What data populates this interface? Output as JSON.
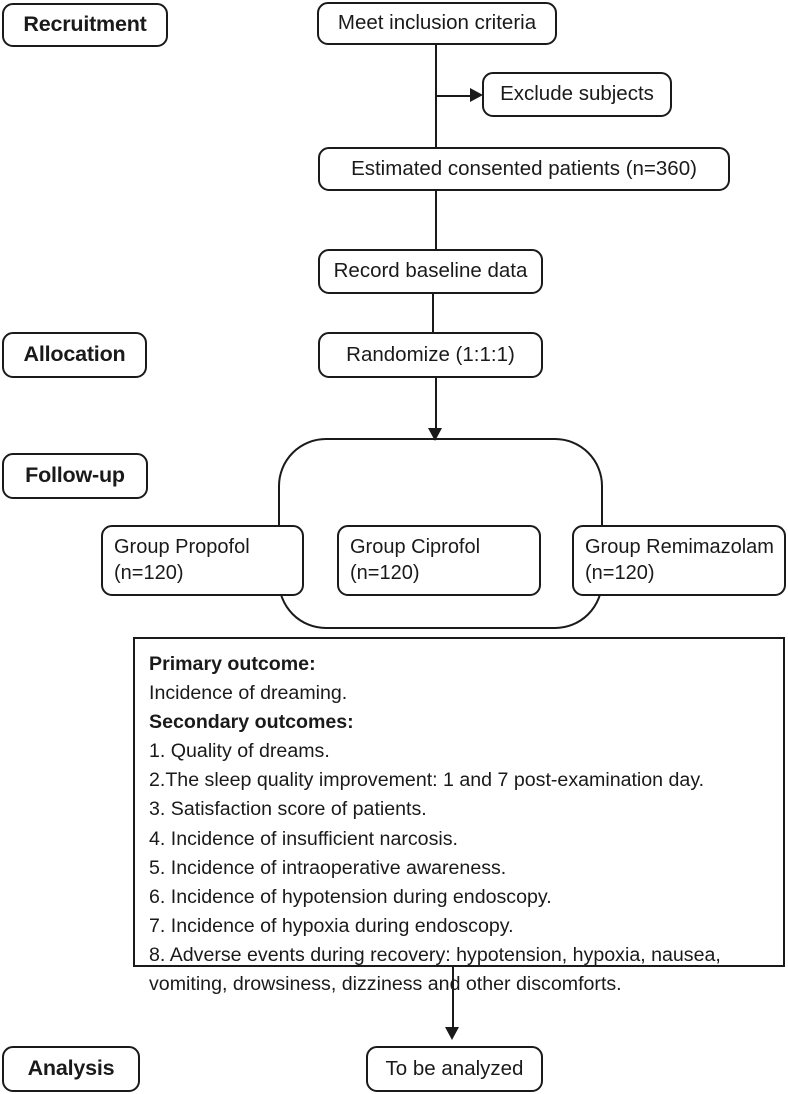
{
  "diagram": {
    "title": "CONSORT study flow diagram",
    "ink_color": "#1a1a1a",
    "background": "#ffffff"
  },
  "stages": [
    {
      "id": "recruitment",
      "label": "Recruitment"
    },
    {
      "id": "allocation",
      "label": "Allocation"
    },
    {
      "id": "followup",
      "label": "Follow-up"
    },
    {
      "id": "analysis",
      "label": "Analysis"
    }
  ],
  "nodes": {
    "inclusion": "Meet inclusion criteria",
    "exclude": "Exclude subjects",
    "consented": "Estimated consented patients (n=360)",
    "baseline": "Record baseline data",
    "randomize": "Randomize (1:1:1)",
    "analyzed": "To be analyzed"
  },
  "arms": [
    {
      "id": "propofol",
      "name": "Group Propofol",
      "n": "(n=120)"
    },
    {
      "id": "ciprofol",
      "name": "Group Ciprofol",
      "n": "(n=120)"
    },
    {
      "id": "remimazolam",
      "name": "Group Remimazolam",
      "n": "(n=120)"
    }
  ],
  "outcomes": {
    "primary_heading": "Primary outcome:",
    "primary_text": "Incidence of dreaming.",
    "secondary_heading": "Secondary outcomes:",
    "secondary_items": [
      "1. Quality of dreams.",
      "2.The sleep quality improvement: 1 and 7 post-examination day.",
      "3. Satisfaction score of patients.",
      "4. Incidence of insufficient narcosis.",
      "5. Incidence of intraoperative awareness.",
      "6. Incidence of hypotension during endoscopy.",
      "7. Incidence of hypoxia during endoscopy.",
      "8. Adverse events during recovery: hypotension, hypoxia, nausea, vomiting, drowsiness, dizziness and other discomforts."
    ]
  }
}
